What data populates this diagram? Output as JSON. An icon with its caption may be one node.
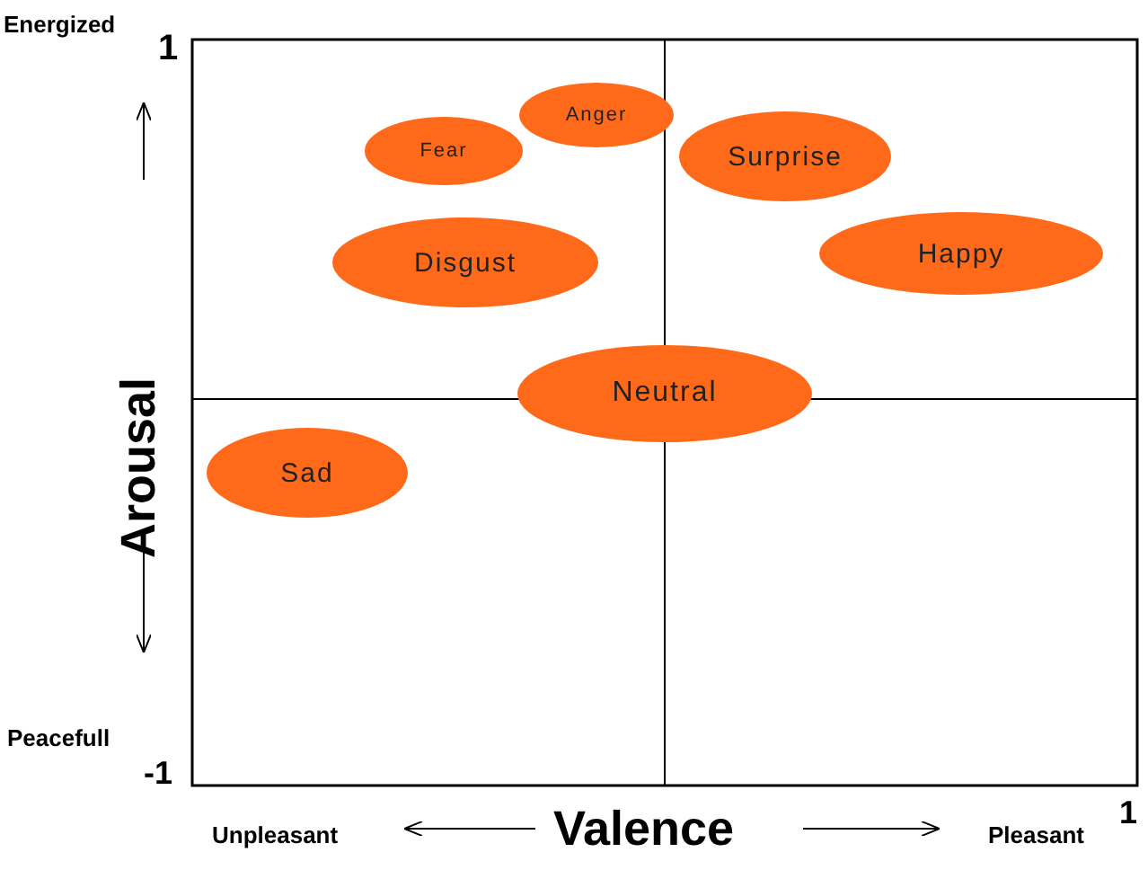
{
  "diagram": {
    "nodes": [
      {
        "text": [
          "Fear"
        ]
      },
      {
        "text": [
          "Anger"
        ]
      },
      {
        "text": [
          "Surprise"
        ]
      },
      {
        "text": [
          "Disgust"
        ]
      },
      {
        "text": [
          "Happy"
        ]
      },
      {
        "text": [
          "Neutral"
        ]
      },
      {
        "text": [
          "Sad"
        ]
      }
    ],
    "edges": [],
    "labels": [
      "Energized",
      "1",
      "Arousal",
      "Peacefull",
      "-1",
      "Unpleasant",
      "Valence",
      "Pleasant",
      "1"
    ]
  }
}
